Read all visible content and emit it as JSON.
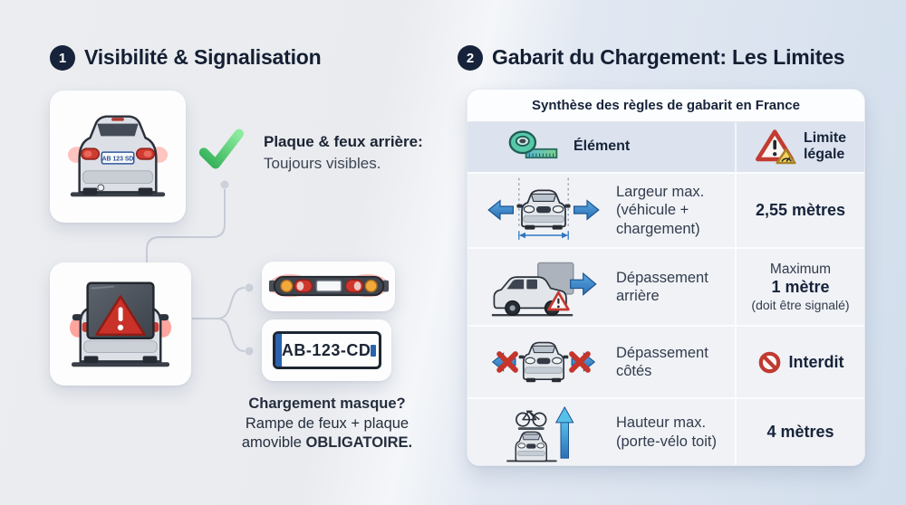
{
  "section1": {
    "badge": "1",
    "title": "Visibilité & Signalisation",
    "car_plate": "AB 123 SD",
    "check_title": "Plaque & feux arrière:",
    "check_subtitle": "Toujours visibles.",
    "plate_text": "AB-123-CD",
    "footer_title": "Chargement masque?",
    "footer_body": "Rampe de feux + plaque\namovible ",
    "footer_bold": "OBLIGATOIRE."
  },
  "section2": {
    "badge": "2",
    "title": "Gabarit du Chargement: Les Limites",
    "table": {
      "title": "Synthèse des règles de gabarit en France",
      "col_element": "Élément",
      "col_limit": "Limite\nlégale",
      "rows": [
        {
          "label": "Largeur max.\n(véhicule +\nchargement)",
          "value": "2,55 mètres"
        },
        {
          "label": "Dépassement\narrière",
          "value_top": "Maximum",
          "value": "1 mètre",
          "value_sub": "(doit être signalé)"
        },
        {
          "label": "Dépassement\ncôtés",
          "value": "Interdit"
        },
        {
          "label": "Hauteur max.\n(porte-vélo toit)",
          "value": "4 mètres"
        }
      ]
    }
  },
  "icons": {
    "check": "green-checkmark-icon",
    "card1": "car-rear-visible-icon",
    "card2": "car-load-masked-warning-icon",
    "card3": "rear-light-bar-icon",
    "card4": "license-plate-icon",
    "header_element": "tape-measure-icon",
    "header_limit": "warning-triangle-icon",
    "row1": "car-width-arrows-icon",
    "row2": "car-rear-overhang-icon",
    "row3": "car-side-overhang-forbidden-icon",
    "row4": "car-roof-height-arrow-icon",
    "interdit": "no-entry-icon"
  },
  "theme": {
    "navy": "#16233a",
    "arrow_blue": "#2f77c0",
    "alert_red": "#c43a2f",
    "check_green": "#3fba5f",
    "header_bg": "#dce3ee",
    "row_bg": "#f0f2f6"
  }
}
